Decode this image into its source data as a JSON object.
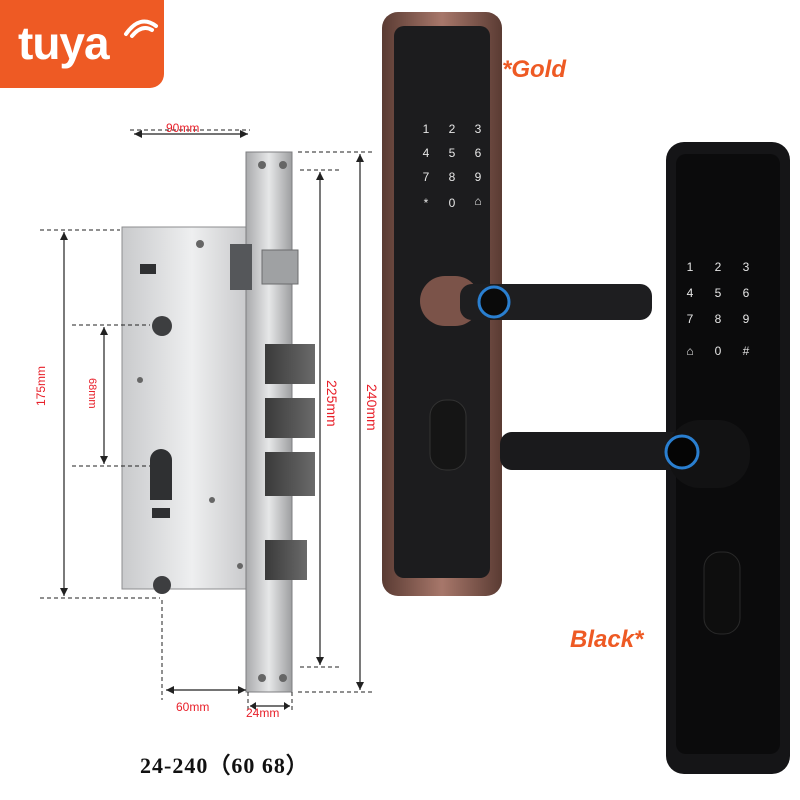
{
  "brand": {
    "logo_text": "tuya",
    "logo_color": "#ee5a24"
  },
  "dimensions": {
    "width_top": "90mm",
    "height_mid": "68mm",
    "height_outer": "175mm",
    "height_faceplate_inner": "225mm",
    "height_faceplate_outer": "240mm",
    "backset": "60mm",
    "faceplate_width": "24mm",
    "dim_color": "#e8202a"
  },
  "model_caption": "24-240（60  68）",
  "variants": {
    "gold_label": "*Gold",
    "black_label": "Black*"
  },
  "keypad": {
    "keys": [
      "1",
      "2",
      "3",
      "4",
      "5",
      "6",
      "7",
      "8",
      "9",
      "*",
      "0",
      "#"
    ],
    "card_icon": "card-reader-icon",
    "bell_icon": "doorbell-icon"
  }
}
